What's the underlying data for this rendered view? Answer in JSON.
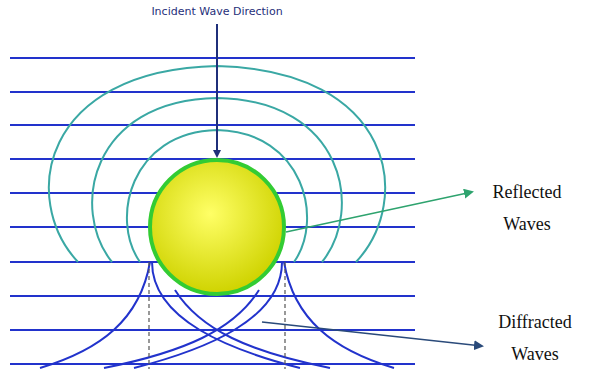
{
  "diagram": {
    "labels": [
      "Incident Wave Direction",
      "Reflected Waves",
      "Diffracted Waves"
    ]
  }
}
